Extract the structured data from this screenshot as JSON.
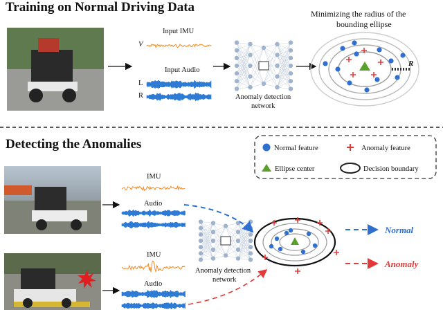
{
  "top": {
    "title": "Training on Normal Driving Data",
    "input_imu_label": "Input IMU",
    "input_imu_channel": "V",
    "input_audio_label": "Input Audio",
    "audio_channel_left": "L",
    "audio_channel_right": "R",
    "network_label_line1": "Anomaly detection",
    "network_label_line2": "network",
    "minimize_line1": "Minimizing the radius of the",
    "minimize_line2": "bounding ellipse",
    "radius_label": "R"
  },
  "bottom": {
    "title": "Detecting the Anomalies",
    "imu_label_1": "IMU",
    "audio_label_1": "Audio",
    "imu_label_2": "IMU",
    "audio_label_2": "Audio",
    "network_label_line1": "Anomaly detection",
    "network_label_line2": "network",
    "normal_output": "Normal",
    "anomaly_output": "Anomaly"
  },
  "legend": {
    "normal_feature": "Normal feature",
    "anomaly_feature": "Anomaly feature",
    "ellipse_center": "Ellipse center",
    "decision_boundary": "Decision boundary"
  },
  "colors": {
    "normal_blue": "#2f6fd0",
    "anomaly_red": "#e23a3a",
    "imu_orange": "#f08a24",
    "audio_blue": "#2e7bd6",
    "center_green": "#5aa02c",
    "network_node": "#9fb3cc"
  },
  "icons": {
    "robot_photo_top": "robot-photo",
    "robot_photo_mid": "robot-photo",
    "robot_photo_bottom": "robot-photo",
    "collision_burst": "collision-burst-icon"
  }
}
